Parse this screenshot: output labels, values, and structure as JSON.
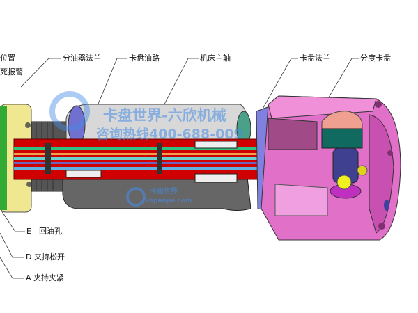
{
  "top_labels": {
    "position_partial": "位置",
    "alarm_partial": "死报警",
    "oil_distributor_flange": "分油器法兰",
    "chuck_oil_path": "卡盘油路",
    "machine_spindle": "机床主轴",
    "chuck_flange": "卡盘法兰",
    "indexing_chuck": "分度卡盘"
  },
  "bottom_labels": {
    "e_return": "E　回油孔",
    "d_release": "D 夹持松开",
    "a_clamp": "A 夹持夹紧"
  },
  "watermark": {
    "title": "卡盘世界-六欣机械",
    "hotline": "咨询热线400-688-0096",
    "small_title": "卡盘世界",
    "small_url": "kapanjie.com"
  },
  "colors": {
    "chuck_pink": "#e070c8",
    "body_red": "#d00000",
    "flange_yellow": "#f0e890",
    "housing_grey": "#b8b8b8",
    "flange_blue": "#8080e0",
    "watermark_blue": "#4a8ce6"
  }
}
